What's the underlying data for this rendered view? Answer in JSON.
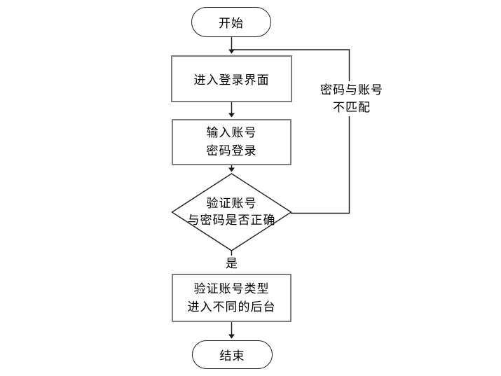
{
  "diagram": {
    "nodes": {
      "start": {
        "label": "开始",
        "shape": "terminator"
      },
      "enter_login": {
        "label": "进入登录界面",
        "shape": "process"
      },
      "input_credentials": {
        "line1": "输入账号",
        "line2": "密码登录",
        "shape": "process"
      },
      "verify_credentials": {
        "line1": "验证账号",
        "line2": "与密码是否正确",
        "shape": "decision"
      },
      "verify_account_type": {
        "line1": "验证账号类型",
        "line2": "进入不同的后台",
        "shape": "process"
      },
      "end": {
        "label": "结束",
        "shape": "terminator"
      }
    },
    "edge_labels": {
      "yes": "是",
      "mismatch_line1": "密码与账号",
      "mismatch_line2": "不匹配"
    },
    "colors": {
      "edge": "#1a1a1a",
      "process_border": "#7f7f7f",
      "shape_border": "#1f1f1f",
      "text": "#000000",
      "background": "#ffffff"
    }
  }
}
